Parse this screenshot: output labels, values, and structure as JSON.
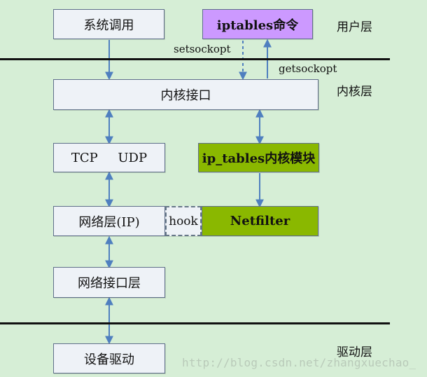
{
  "layers": {
    "user": "用户层",
    "kernel": "内核层",
    "driver": "驱动层"
  },
  "boxes": {
    "system_call": "系统调用",
    "iptables_cmd": "iptables命令",
    "kernel_interface": "内核接口",
    "tcp_udp": "TCP     UDP",
    "ip_tables_module": "ip_tables内核模块",
    "network_layer": "网络层(IP)",
    "hook": "hook",
    "netfilter": "Netfilter",
    "network_interface": "网络接口层",
    "device_driver": "设备驱动"
  },
  "labels": {
    "setsockopt": "setsockopt",
    "getsockopt": "getsockopt"
  },
  "watermark": "http://blog.csdn.net/zhangxuechao_",
  "colors": {
    "background": "#d6eed6",
    "box_fill": "#eef2f7",
    "box_border": "#5f6f8a",
    "purple": "#cc99ff",
    "green": "#8ab800",
    "arrow": "#4f7fbf"
  }
}
